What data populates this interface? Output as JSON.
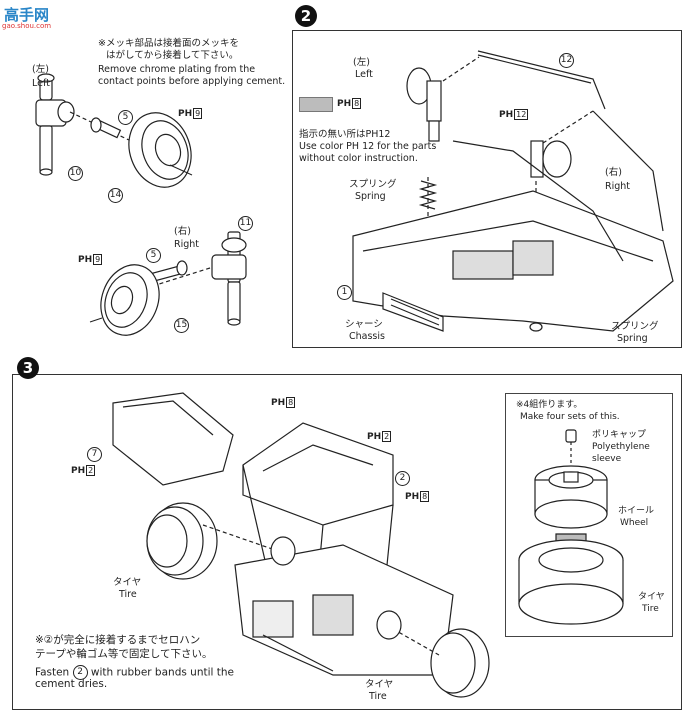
{
  "watermark": {
    "title": "高手网",
    "domain": "gao.shou.com"
  },
  "step1": {
    "note_jp_1": "※メッキ部品は接着面のメッキを",
    "note_jp_2": "はがしてから接着して下さい。",
    "note_en_1": "Remove chrome plating from the",
    "note_en_2": "contact points before applying cement.",
    "left_jp": "(左)",
    "left_en": "Left",
    "right_jp": "(右)",
    "right_en": "Right",
    "ph_label": "PH",
    "ph_num_a": "9",
    "ph_num_b": "9",
    "parts": [
      "5",
      "10",
      "14",
      "5",
      "11",
      "15"
    ]
  },
  "step2": {
    "number": "2",
    "left_jp": "(左)",
    "left_en": "Left",
    "right_jp": "(右)",
    "right_en": "Right",
    "ph8": "8",
    "ph12": "12",
    "color_note_jp": "指示の無い所はPH12",
    "color_note_en_1": "Use color PH 12 for the parts",
    "color_note_en_2": "without color instruction.",
    "spring_jp": "スプリング",
    "spring_en": "Spring",
    "spring2_jp": "スプリング",
    "spring2_en": "Spring",
    "chassis_jp": "シャーシ",
    "chassis_en": "Chassis",
    "parts": [
      "12",
      "1"
    ]
  },
  "step3": {
    "number": "3",
    "ph8a": "8",
    "ph2a": "2",
    "ph2b": "2",
    "ph8b": "8",
    "parts": [
      "7",
      "2"
    ],
    "tire_jp": "タイヤ",
    "tire_en": "Tire",
    "tire2_jp": "タイヤ",
    "tire2_en": "Tire",
    "note_jp_1": "※②が完全に接着するまでセロハン",
    "note_jp_2": "テープや輪ゴム等で固定して下さい。",
    "note_en_1": "Fasten",
    "note_en_circ": "2",
    "note_en_2": "with rubber bands until the",
    "note_en_3": "cement dries."
  },
  "wheel_box": {
    "note_jp": "※4組作ります。",
    "note_en": "Make four sets of this.",
    "sleeve_jp": "ポリキャップ",
    "sleeve_en_1": "Polyethylene",
    "sleeve_en_2": "sleeve",
    "wheel_jp": "ホイール",
    "wheel_en": "Wheel",
    "tire_jp": "タイヤ",
    "tire_en": "Tire"
  }
}
